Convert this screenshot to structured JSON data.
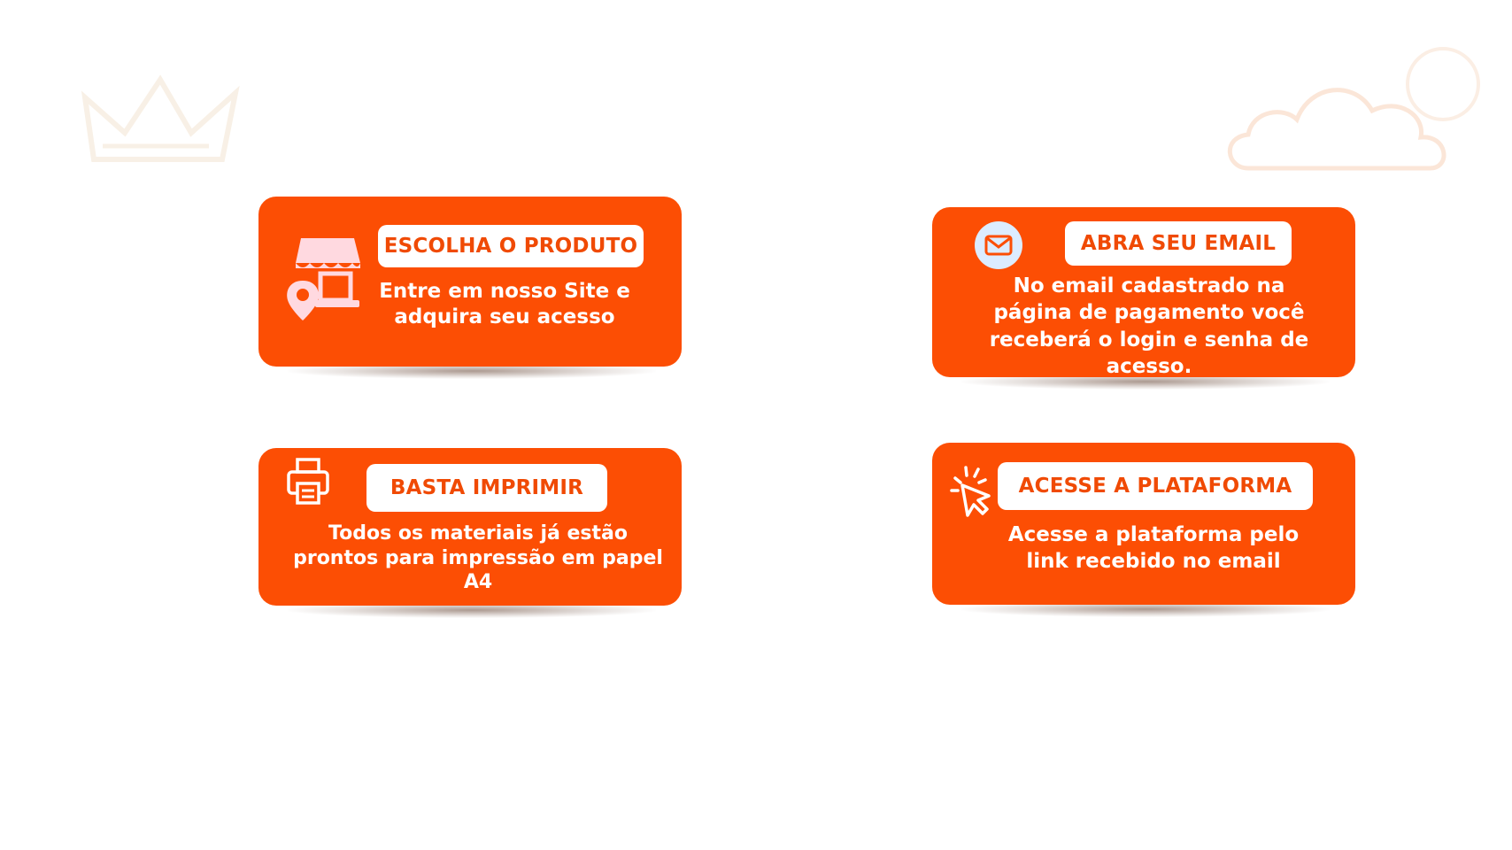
{
  "steps": [
    {
      "title": "ESCOLHA O PRODUTO",
      "description": "Entre em nosso Site e adquira seu acesso",
      "icon": "store-location-icon"
    },
    {
      "title": "ABRA SEU EMAIL",
      "description": "No email cadastrado na página de pagamento você receberá o login e senha de acesso.",
      "icon": "envelope-icon"
    },
    {
      "title": "BASTA IMPRIMIR",
      "description": "Todos os materiais já estão prontos para impressão em papel A4",
      "icon": "printer-icon"
    },
    {
      "title": "ACESSE A PLATAFORMA",
      "description": "Acesse a plataforma pelo link recebido no email",
      "icon": "cursor-click-icon"
    }
  ],
  "colors": {
    "card": "#fc4e04",
    "pill_text": "#f04a04",
    "pill_bg": "#ffffff",
    "text": "#ffffff"
  }
}
